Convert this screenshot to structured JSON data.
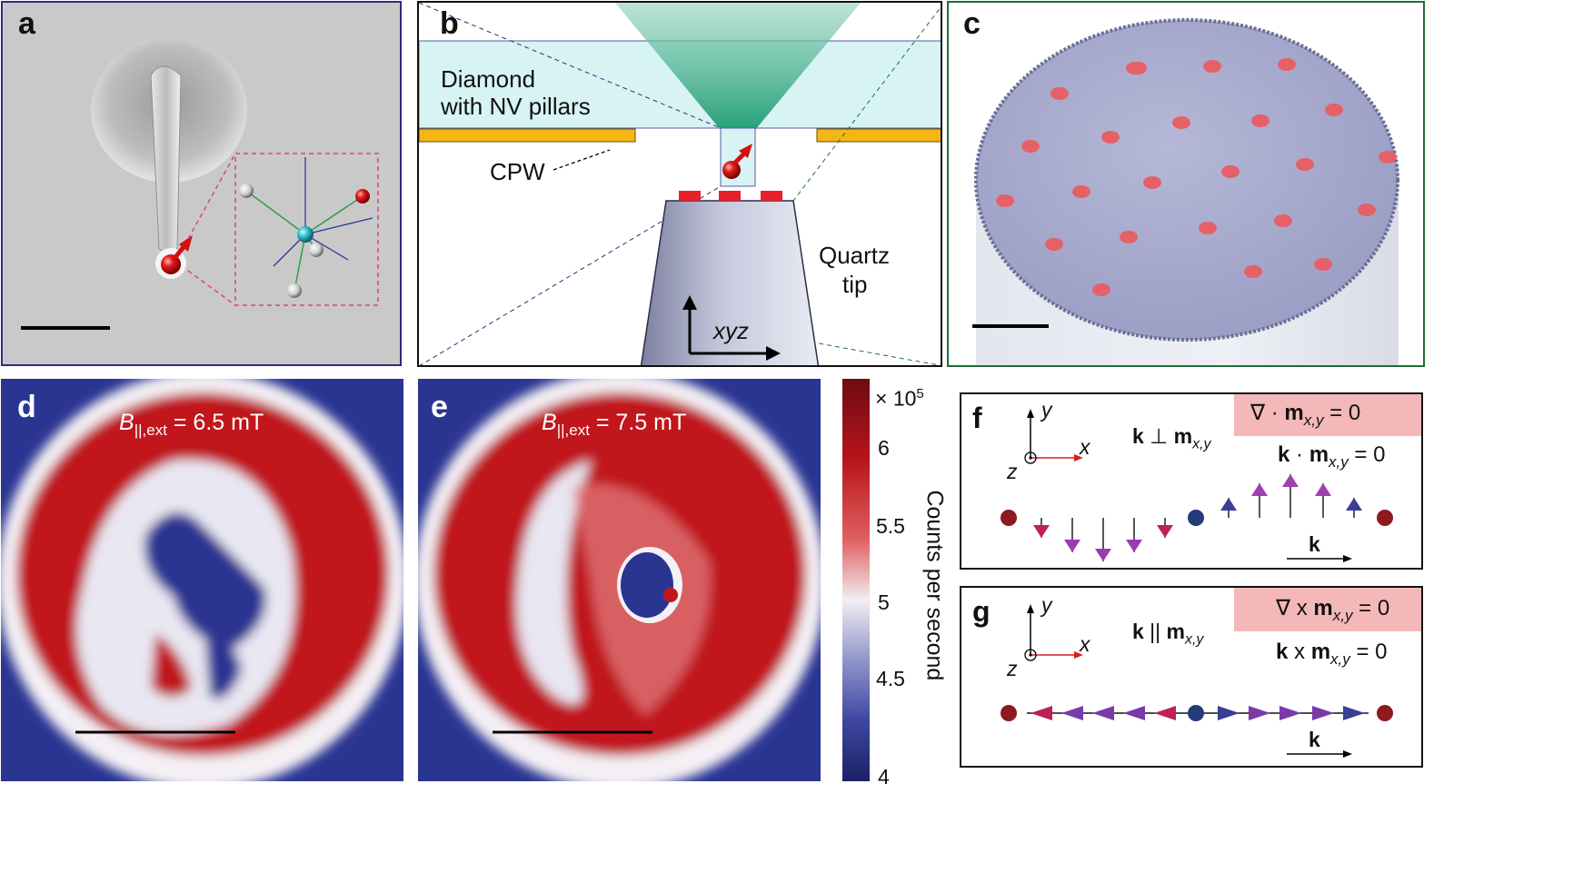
{
  "panels": {
    "a": {
      "label": "a"
    },
    "b": {
      "label": "b",
      "diamond_line1": "Diamond",
      "diamond_line2": "with NV pillars",
      "cpw": "CPW",
      "quartz_line1": "Quartz",
      "quartz_line2": "tip",
      "axes": "xyz"
    },
    "c": {
      "label": "c"
    },
    "d": {
      "label": "d",
      "field_sym": "B",
      "field_sub": "||,ext",
      "field_val": " = 6.5 mT"
    },
    "e": {
      "label": "e",
      "field_sym": "B",
      "field_sub": "||,ext",
      "field_val": " = 7.5 mT"
    },
    "f": {
      "label": "f",
      "y": "y",
      "x": "x",
      "z": "z",
      "relation_k": "k",
      "relation_op": " ⊥ ",
      "relation_m": "m",
      "relation_sub": "x,y",
      "div_pre": "∇ · ",
      "div_m": "m",
      "div_sub": "x,y",
      "div_post": " = 0",
      "dot_k": "k",
      "dot_op": " · ",
      "dot_m": "m",
      "dot_sub": "x,y",
      "dot_post": " = 0",
      "k_label": "k"
    },
    "g": {
      "label": "g",
      "y": "y",
      "x": "x",
      "z": "z",
      "relation_k": "k",
      "relation_op": " || ",
      "relation_m": "m",
      "relation_sub": "x,y",
      "curl_pre": "∇ x ",
      "curl_m": "m",
      "curl_sub": "x,y",
      "curl_post": " = 0",
      "cross_k": "k",
      "cross_op": " x ",
      "cross_m": "m",
      "cross_sub": "x,y",
      "cross_post": " = 0",
      "k_label": "k"
    }
  },
  "colorbar": {
    "multiplier_prefix": "× 10",
    "multiplier_exp": "5",
    "ticks": [
      "6",
      "5.5",
      "5",
      "4.5",
      "4"
    ],
    "title": "Counts per second"
  },
  "colors": {
    "frame_blue": "#2d2d7a",
    "frame_green": "#1e6e3a",
    "pink_box": "#f4b8b8",
    "cpw_gold": "#f5b614",
    "diamond_cyan": "#d7f3f4",
    "map_red": "#c0171c",
    "map_blue": "#2a3592"
  }
}
